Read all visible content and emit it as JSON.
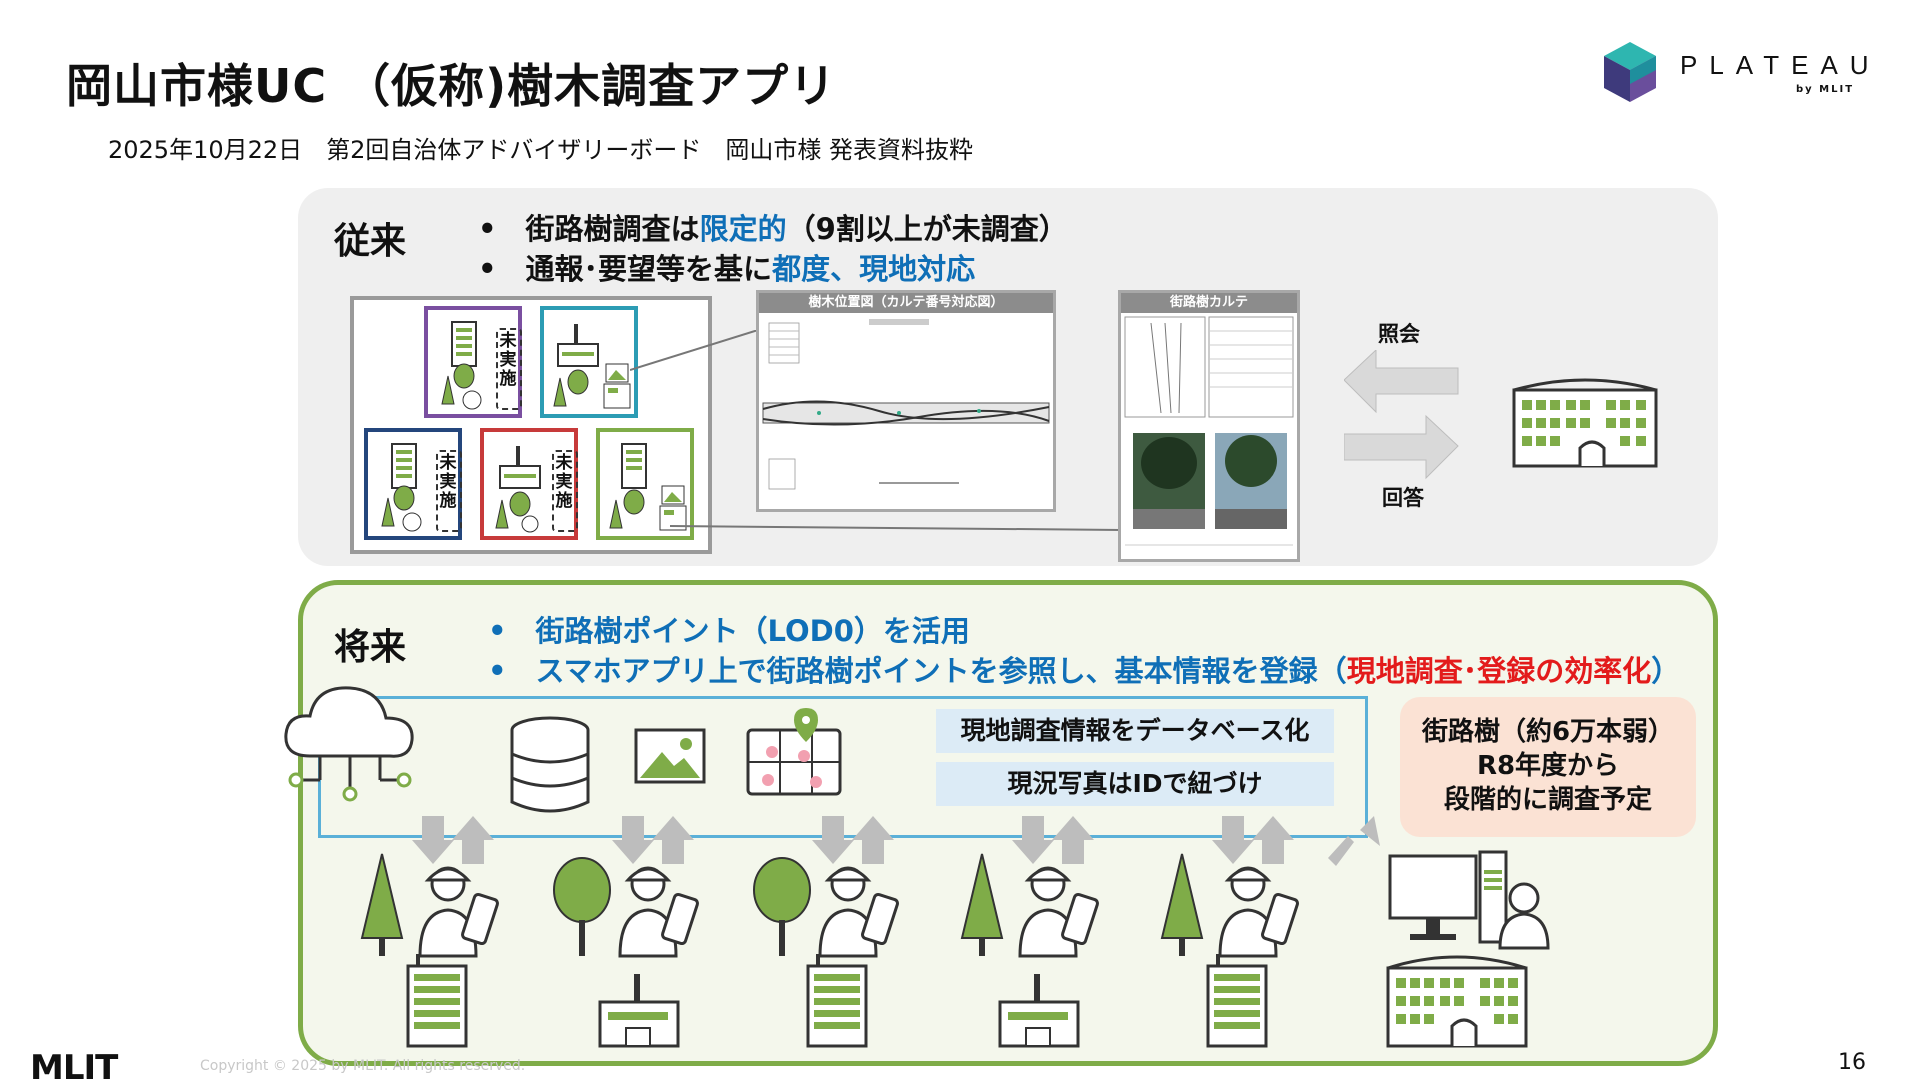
{
  "slide": {
    "title": "岡山市様UC （仮称)樹木調査アプリ",
    "subtitle": "2025年10月22日　第2回自治体アドバイザリーボード　岡山市様 発表資料抜粋",
    "page_number": "16",
    "copyright": "Copyright © 2025 by MLIT. All rights reserved.",
    "footer_logo": "MLIT"
  },
  "logo": {
    "name": "PLATEAU",
    "by": "by MLIT"
  },
  "old": {
    "label": "従来",
    "bullet1": {
      "a": "街路樹調査は",
      "b": "限定的",
      "c": "（9割以上が未調査）"
    },
    "bullet2": {
      "a": "通報･要望等を基に",
      "b": "都度、現地対応"
    },
    "unimplemented": "未実施",
    "map_sheet_title": "樹木位置図（カルテ番号対応図）",
    "karte_sheet_title": "街路樹カルテ",
    "inquiry": "照会",
    "answer": "回答"
  },
  "new": {
    "label": "将来",
    "bullet1": "街路樹ポイント（LOD0）を活用",
    "bullet2": {
      "a": "スマホアプリ上で街路樹ポイントを参照し、基本情報を登録（",
      "b": "現地調査･登録の効率化",
      "c": "）"
    },
    "db_box": "現地調査情報をデータベース化",
    "photo_box": "現況写真はIDで紐づけ",
    "note_line1": "街路樹（約6万本弱）",
    "note_line2": "R8年度から",
    "note_line3": "段階的に調査予定"
  },
  "colors": {
    "green": "#7fac48",
    "blue": "#0f6fb7",
    "red": "#e31b1b",
    "panel_gray": "#efefef",
    "note_bg": "#fbe2d4",
    "info_bg": "#dcebf6"
  }
}
